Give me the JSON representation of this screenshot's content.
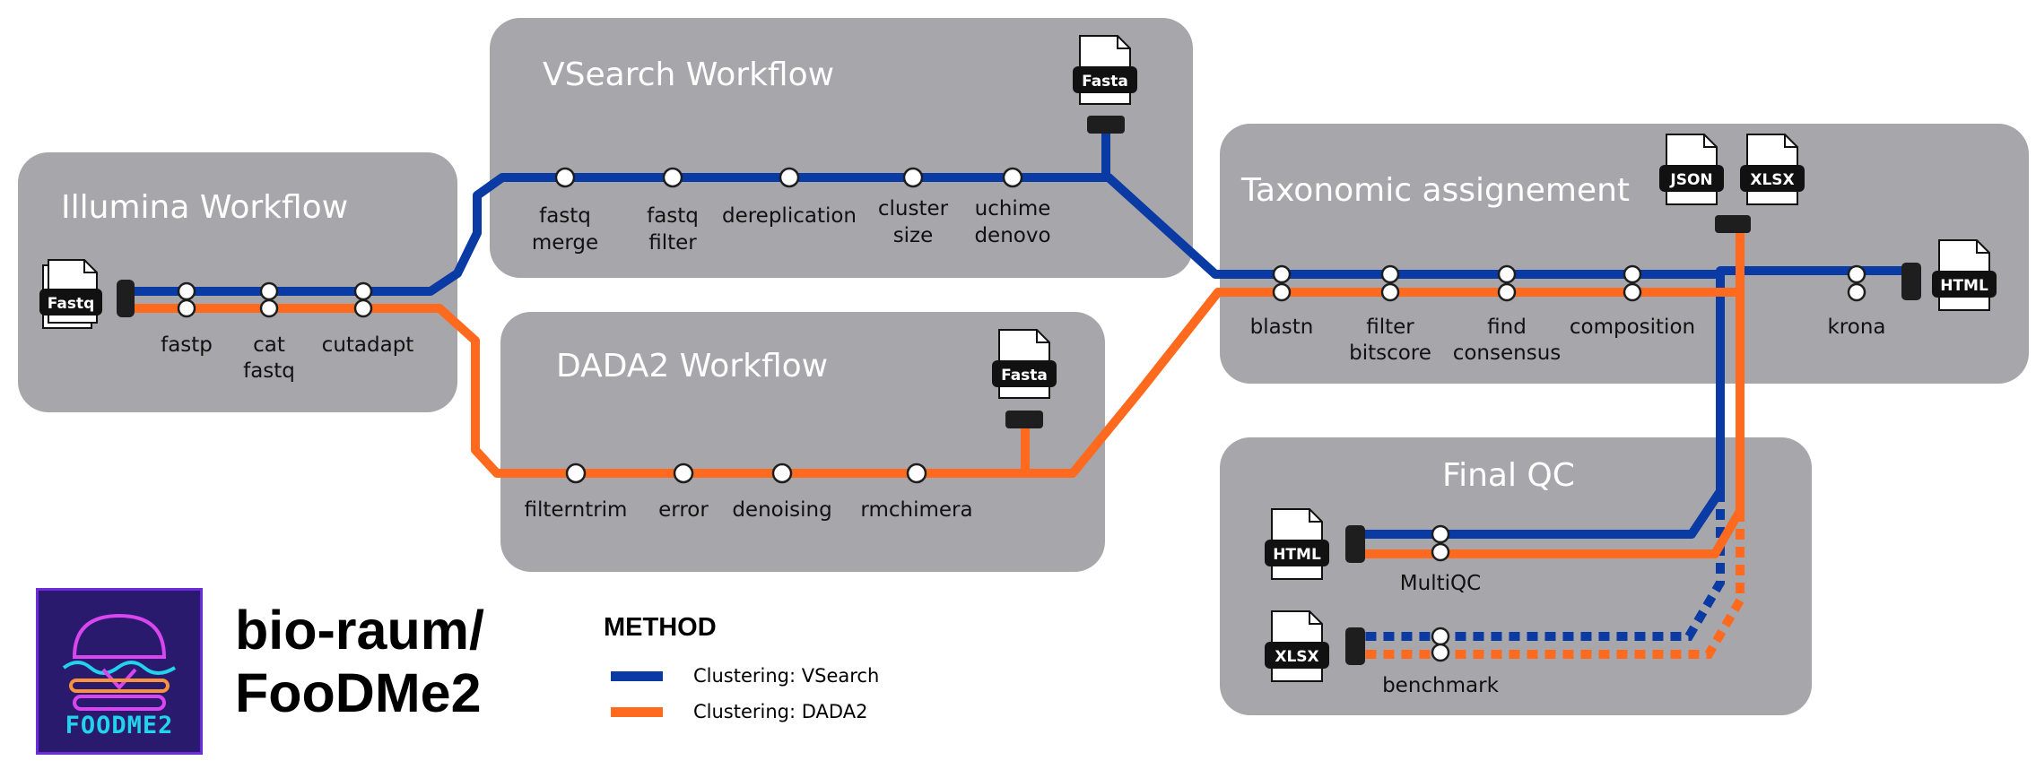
{
  "panels": {
    "illumina": "Illumina Workflow",
    "vsearch": "VSearch Workflow",
    "dada2": "DADA2 Workflow",
    "taxonomic": "Taxonomic assignement",
    "finalqc": "Final QC"
  },
  "stops": {
    "fastp": "fastp",
    "cat": [
      "cat",
      "fastq"
    ],
    "cutadapt": "cutadapt",
    "fastq_merge": [
      "fastq",
      "merge"
    ],
    "fastq_filter": [
      "fastq",
      "filter"
    ],
    "dereplication": "dereplication",
    "cluster_size": [
      "cluster",
      "size"
    ],
    "uchime": [
      "uchime",
      "denovo"
    ],
    "filterntrim": "filterntrim",
    "error": "error",
    "denoising": "denoising",
    "rmchimera": "rmchimera",
    "blastn": "blastn",
    "filter_bitscore": [
      "filter",
      "bitscore"
    ],
    "find_consensus": [
      "find",
      "consensus"
    ],
    "composition": "composition",
    "krona": "krona",
    "multiqc": "MultiQC",
    "benchmark": "benchmark"
  },
  "files": {
    "fastq": "Fastq",
    "fasta_vsearch": "Fasta",
    "fasta_dada2": "Fasta",
    "json": "JSON",
    "xlsx_tax": "XLSX",
    "html_krona": "HTML",
    "html_multiqc": "HTML",
    "xlsx_benchmark": "XLSX"
  },
  "brand": {
    "line1": "bio-raum/",
    "line2": "FooDMe2",
    "logo_text": "FOODME2"
  },
  "legend": {
    "title": "METHOD",
    "items": [
      {
        "label": "Clustering: VSearch",
        "color": "#0a3aa3"
      },
      {
        "label": "Clustering: DADA2",
        "color": "#ff6a1f"
      }
    ]
  },
  "colors": {
    "panel": "#a7a7ab",
    "vsearch_line": "#0a3aa3",
    "dada2_line": "#ff6a1f",
    "terminal": "#1e1e1e"
  }
}
